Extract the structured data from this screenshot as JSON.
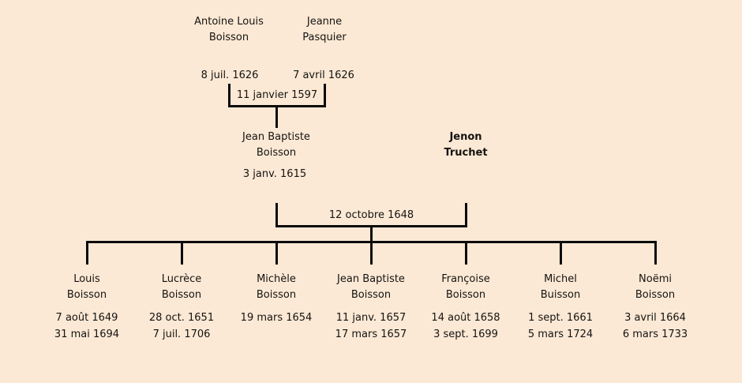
{
  "page": {
    "background_color": "#fbe9d5",
    "line_color": "#0b0b0b",
    "text_color": "#161311"
  },
  "generation1": {
    "father": {
      "name_line1": "Antoine Louis",
      "name_line2": "Boisson",
      "date": "8 juil. 1626"
    },
    "mother": {
      "name_line1": "Jeanne",
      "name_line2": "Pasquier",
      "date": "7 avril 1626"
    },
    "marriage_date": "11 janvier 1597"
  },
  "generation2": {
    "father": {
      "name_line1": "Jean Baptiste",
      "name_line2": "Boisson",
      "date": "3 janv. 1615"
    },
    "mother": {
      "name_line1": "Jenon",
      "name_line2": "Truchet"
    },
    "marriage_date": "12 octobre 1648"
  },
  "children": [
    {
      "name_line1": "Louis",
      "name_line2": "Boisson",
      "date1": "7 août 1649",
      "date2": "31 mai 1694"
    },
    {
      "name_line1": "Lucrèce",
      "name_line2": "Boisson",
      "date1": "28 oct. 1651",
      "date2": "7 juil. 1706"
    },
    {
      "name_line1": "Michèle",
      "name_line2": "Boisson",
      "date1": "19 mars 1654",
      "date2": ""
    },
    {
      "name_line1": "Jean Baptiste",
      "name_line2": "Boisson",
      "date1": "11 janv. 1657",
      "date2": "17 mars 1657"
    },
    {
      "name_line1": "Françoise",
      "name_line2": "Boisson",
      "date1": "14 août 1658",
      "date2": "3 sept. 1699"
    },
    {
      "name_line1": "Michel",
      "name_line2": "Buisson",
      "date1": "1 sept. 1661",
      "date2": "5 mars 1724"
    },
    {
      "name_line1": "Noëmi",
      "name_line2": "Boisson",
      "date1": "3 avril 1664",
      "date2": "6 mars 1733"
    }
  ]
}
